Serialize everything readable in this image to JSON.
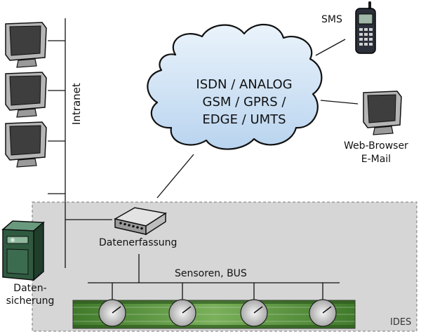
{
  "cloud": {
    "line1": "ISDN / ANALOG",
    "line2": "GSM / GPRS /",
    "line3": "EDGE / UMTS"
  },
  "labels": {
    "sms": "SMS",
    "web_browser": "Web-Browser",
    "email": "E-Mail",
    "intranet": "Intranet",
    "datenerfassung": "Datenerfassung",
    "sensoren_bus": "Sensoren, BUS",
    "daten": "Daten-",
    "sicherung": "sicherung",
    "ides": "IDES"
  },
  "icons": [
    "monitor-icon",
    "mobile-phone-icon",
    "server-tower-icon",
    "modem-icon",
    "gauge-photo"
  ],
  "colors": {
    "cloud_fill": "#c7ddf3",
    "cloud_stroke": "#111111",
    "ides_box": "#d6d6d6",
    "gauge_strip": "#5a8a3a"
  }
}
